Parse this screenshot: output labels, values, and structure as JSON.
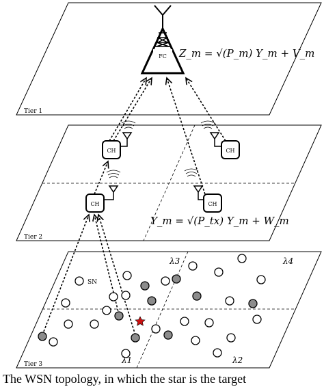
{
  "tiers": {
    "tier1": "Tier 1",
    "tier2": "Tier 2",
    "tier3": "Tier 3"
  },
  "fc": {
    "label": "FC",
    "equation": "Z_m = √(P_m) Y_m + V_m"
  },
  "cluster_heads": {
    "label": "CH"
  },
  "tier2_equation": "Y_m = √(P_tx) Y_m + W_m",
  "tier3": {
    "sn_label": "SN",
    "region_labels": [
      "λ1",
      "λ2",
      "λ3",
      "λ4"
    ]
  },
  "caption": "The WSN topology, in which the star is the target",
  "colors": {
    "line": "#000000",
    "active_node": "#8c8c8c",
    "target_star": "#cc1111"
  }
}
